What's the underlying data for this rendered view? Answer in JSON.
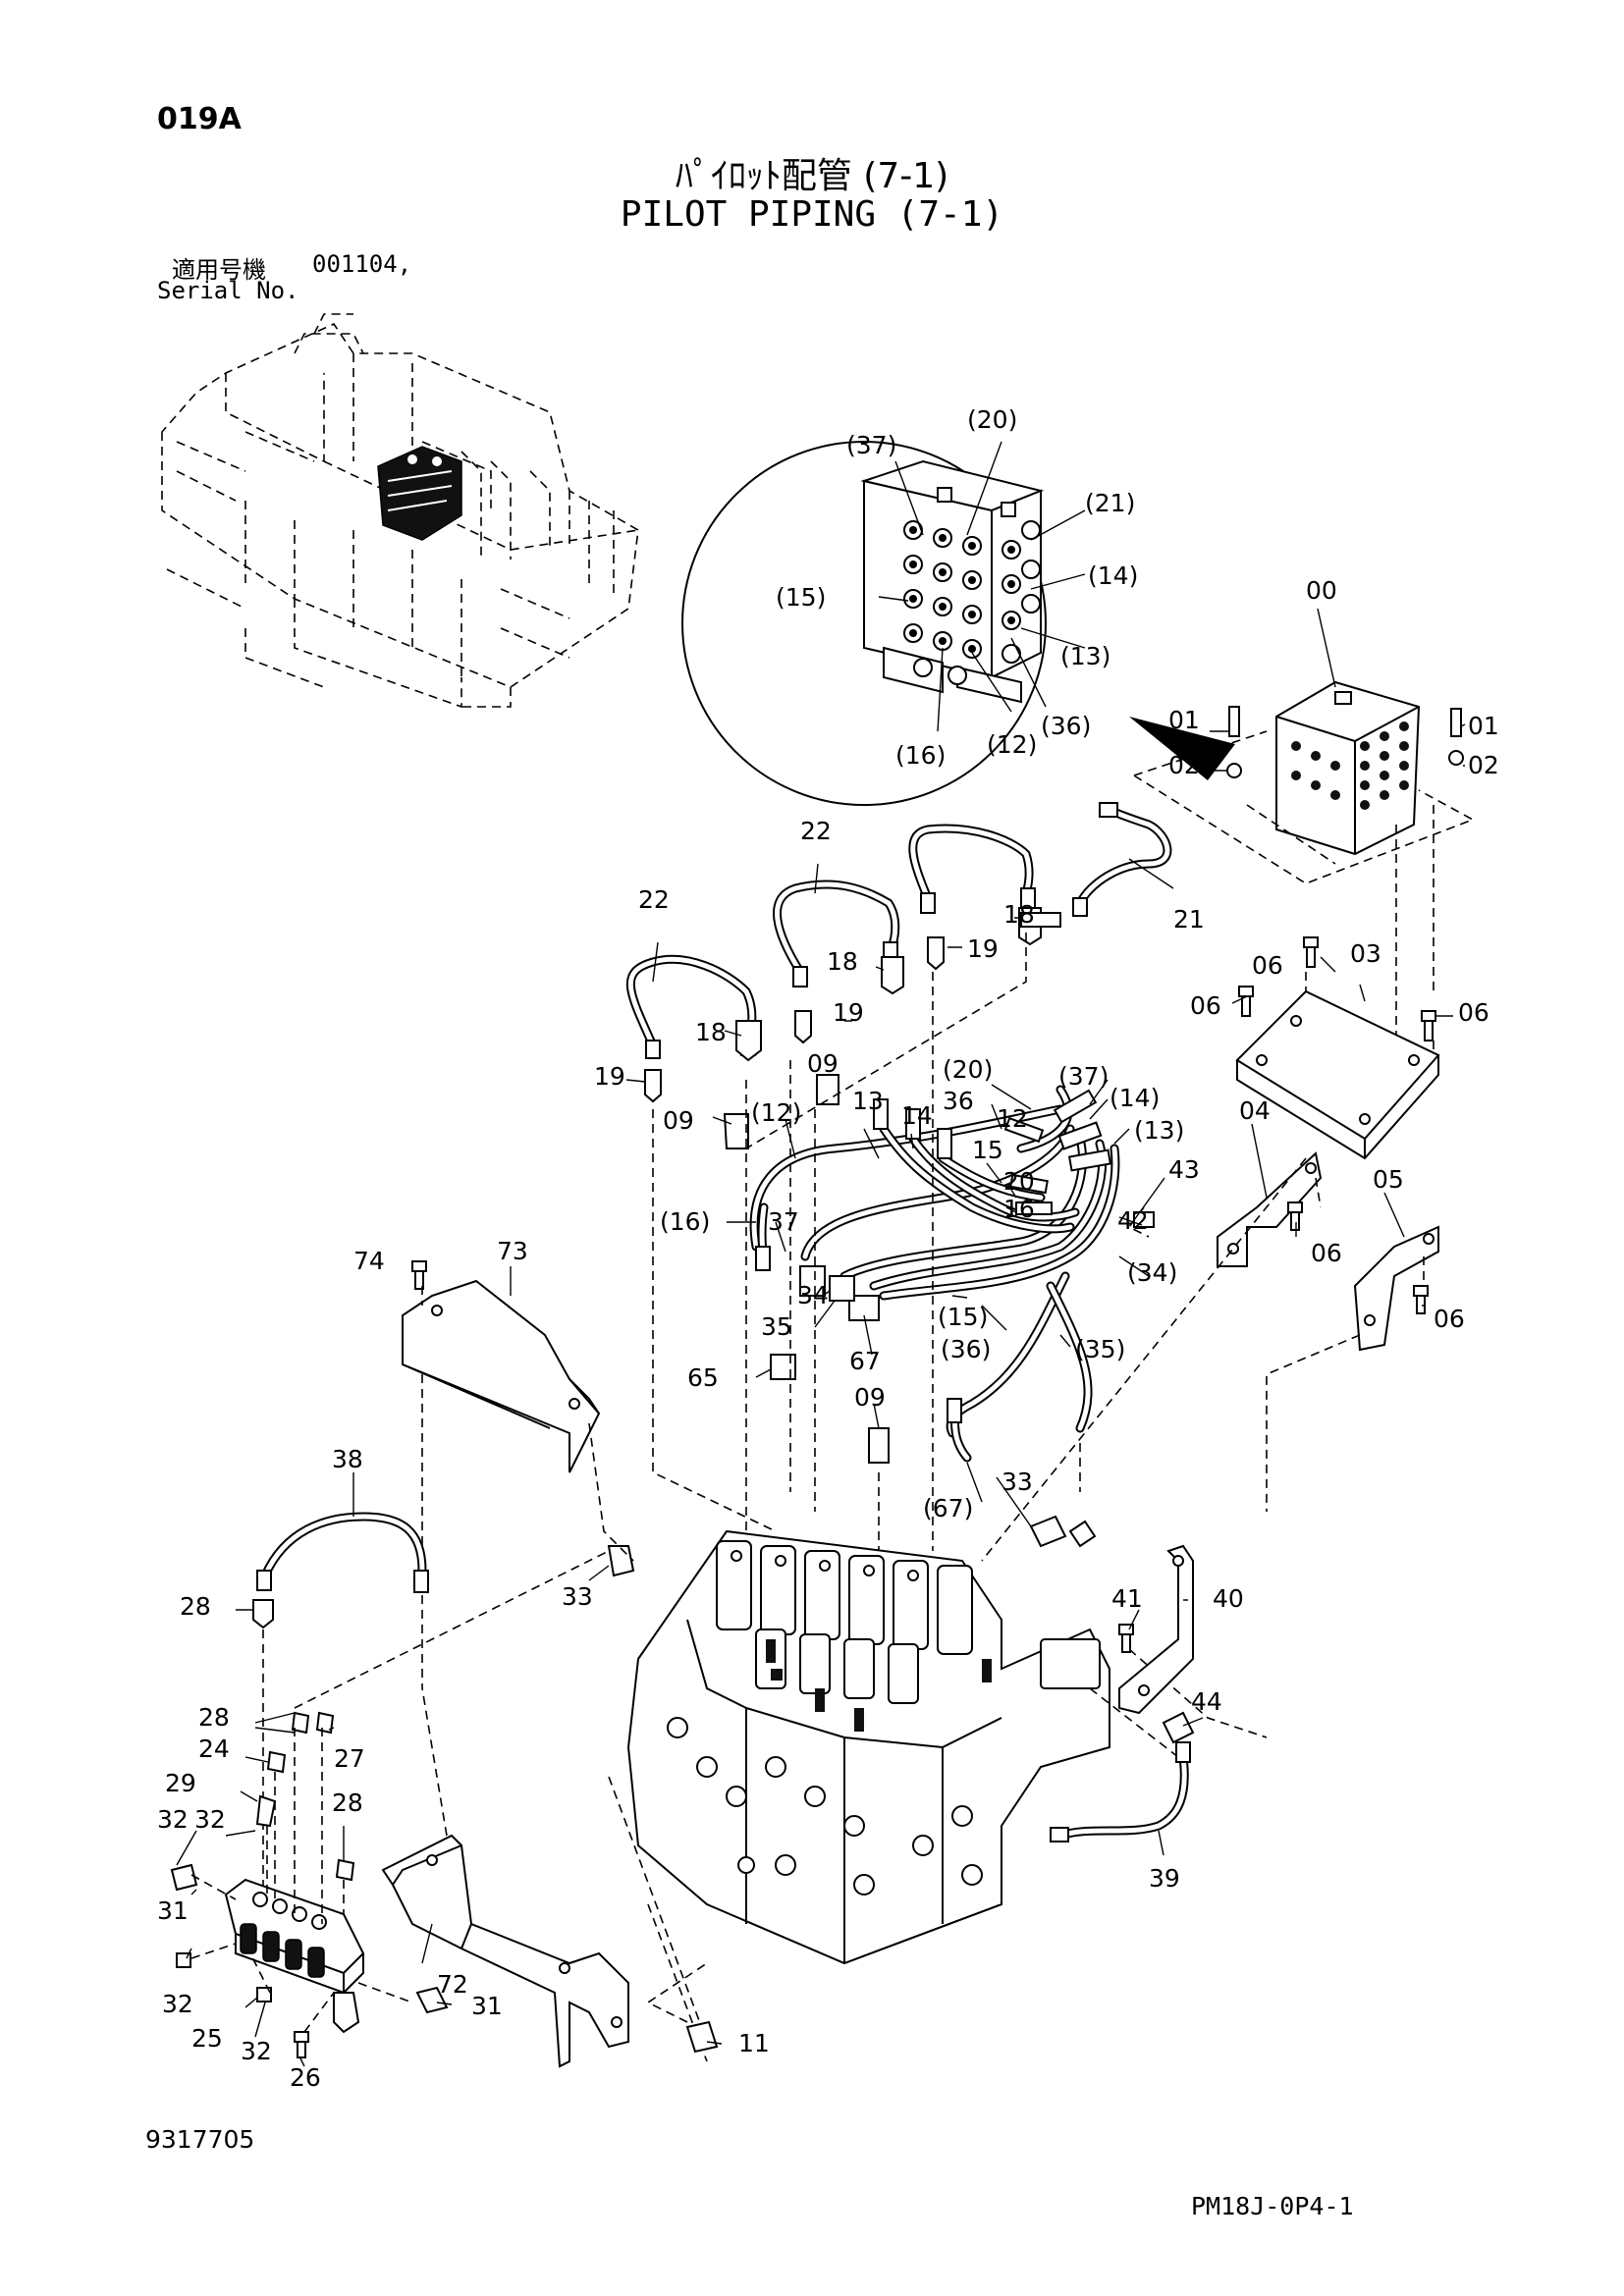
{
  "header": {
    "page_code": "019A",
    "title_jp": "ﾊﾟｲﾛｯﾄ配管 (7-1)",
    "title_en": "PILOT PIPING (7-1)",
    "serial_label_jp": "適用号機",
    "serial_value": "001104,",
    "serial_label_en": "Serial No."
  },
  "footer": {
    "drawing_number": "9317705",
    "page_ref": "PM18J-0P4-1"
  },
  "callouts": {
    "detail": [
      "(37)",
      "(20)",
      "(21)",
      "(14)",
      "(15)",
      "(13)",
      "(16)",
      "(12)",
      "(36)"
    ],
    "valve": [
      "00",
      "01",
      "02",
      "01",
      "02"
    ],
    "hoses_top": [
      "22",
      "22",
      "21",
      "18",
      "19",
      "18",
      "19",
      "18",
      "19"
    ],
    "bracket": [
      "06",
      "03",
      "06",
      "06",
      "04",
      "05",
      "06",
      "06"
    ],
    "middle": [
      "09",
      "(12)",
      "13",
      "14",
      "36",
      "(20)",
      "(37)",
      "(14)",
      "12",
      "15",
      "(13)",
      "20",
      "16",
      "43",
      "42",
      "09",
      "(16)",
      "37",
      "(34)",
      "34",
      "35",
      "(15)",
      "(36)",
      "(35)",
      "67",
      "65",
      "09",
      "33",
      "(67)"
    ],
    "left": [
      "74",
      "73",
      "38",
      "28",
      "33",
      "28",
      "27",
      "24",
      "29",
      "32",
      "28",
      "32",
      "31",
      "32",
      "25",
      "32",
      "26",
      "72",
      "31",
      "11"
    ],
    "right": [
      "41",
      "40",
      "44",
      "39"
    ]
  }
}
